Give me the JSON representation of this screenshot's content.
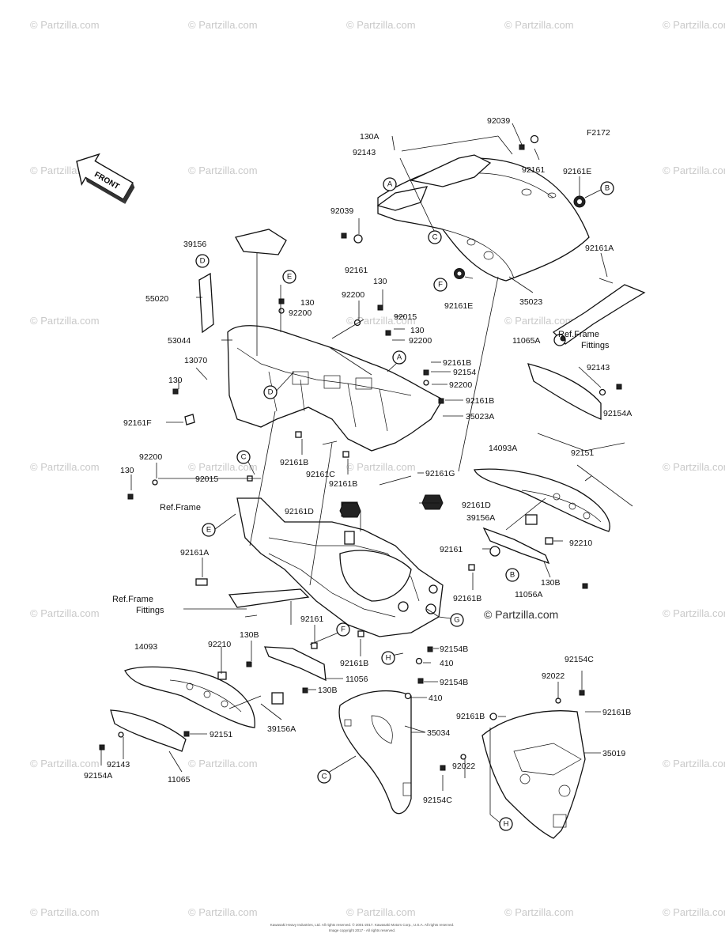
{
  "diagram": {
    "code": "F2172",
    "front_arrow_label": "FRONT",
    "watermark": "© Partzilla.com",
    "footer_line1": "Kawasaki Heavy Industries, Ltd. All rights reserved. © 2001-2017. Kawasaki Motors Corp., U.S.A. All rights reserved.",
    "footer_line2": "Image copyright 2017 - All rights reserved."
  },
  "labels": [
    {
      "id": "l1",
      "text": "92039"
    },
    {
      "id": "l2",
      "text": "F2172"
    },
    {
      "id": "l3",
      "text": "130A"
    },
    {
      "id": "l4",
      "text": "92143"
    },
    {
      "id": "l5",
      "text": "92161"
    },
    {
      "id": "l6",
      "text": "92161E"
    },
    {
      "id": "l7",
      "text": "92039"
    },
    {
      "id": "l8",
      "text": "39156"
    },
    {
      "id": "l9",
      "text": "92161"
    },
    {
      "id": "l10",
      "text": "92161A"
    },
    {
      "id": "l11",
      "text": "130"
    },
    {
      "id": "l12",
      "text": "92161E"
    },
    {
      "id": "l13",
      "text": "35023"
    },
    {
      "id": "l14",
      "text": "55020"
    },
    {
      "id": "l15",
      "text": "92200"
    },
    {
      "id": "l16",
      "text": "130"
    },
    {
      "id": "l17",
      "text": "92200"
    },
    {
      "id": "l18",
      "text": "92015"
    },
    {
      "id": "l19",
      "text": "130"
    },
    {
      "id": "l20",
      "text": "92200"
    },
    {
      "id": "l21",
      "text": "53044"
    },
    {
      "id": "l22",
      "text": "Ref.Frame"
    },
    {
      "id": "l23",
      "text": "Fittings"
    },
    {
      "id": "l24",
      "text": "11065A"
    },
    {
      "id": "l25",
      "text": "13070"
    },
    {
      "id": "l26",
      "text": "92161B"
    },
    {
      "id": "l27",
      "text": "92154"
    },
    {
      "id": "l28",
      "text": "92200"
    },
    {
      "id": "l29",
      "text": "92143"
    },
    {
      "id": "l30",
      "text": "130"
    },
    {
      "id": "l31",
      "text": "92161B"
    },
    {
      "id": "l32",
      "text": "92154A"
    },
    {
      "id": "l33",
      "text": "92161F"
    },
    {
      "id": "l34",
      "text": "35023A"
    },
    {
      "id": "l35",
      "text": "14093A"
    },
    {
      "id": "l36",
      "text": "92151"
    },
    {
      "id": "l37",
      "text": "92200"
    },
    {
      "id": "l38",
      "text": "92161B"
    },
    {
      "id": "l39",
      "text": "130"
    },
    {
      "id": "l40",
      "text": "92161C"
    },
    {
      "id": "l41",
      "text": "92015"
    },
    {
      "id": "l42",
      "text": "92161B"
    },
    {
      "id": "l43",
      "text": "92161G"
    },
    {
      "id": "l44",
      "text": "Ref.Frame"
    },
    {
      "id": "l45",
      "text": "92161D"
    },
    {
      "id": "l46",
      "text": "92161D"
    },
    {
      "id": "l47",
      "text": "39156A"
    },
    {
      "id": "l48",
      "text": "92210"
    },
    {
      "id": "l49",
      "text": "92161A"
    },
    {
      "id": "l50",
      "text": "92161"
    },
    {
      "id": "l51",
      "text": "130B"
    },
    {
      "id": "l52",
      "text": "11056A"
    },
    {
      "id": "l53",
      "text": "92161B"
    },
    {
      "id": "l54",
      "text": "Ref.Frame"
    },
    {
      "id": "l55",
      "text": "Fittings"
    },
    {
      "id": "l56",
      "text": "92161"
    },
    {
      "id": "l57",
      "text": "130B"
    },
    {
      "id": "l58",
      "text": "92154B"
    },
    {
      "id": "l59",
      "text": "14093"
    },
    {
      "id": "l60",
      "text": "92210"
    },
    {
      "id": "l61",
      "text": "92161B"
    },
    {
      "id": "l62",
      "text": "410"
    },
    {
      "id": "l63",
      "text": "11056"
    },
    {
      "id": "l64",
      "text": "92154B"
    },
    {
      "id": "l65",
      "text": "130B"
    },
    {
      "id": "l66",
      "text": "92154C"
    },
    {
      "id": "l67",
      "text": "410"
    },
    {
      "id": "l68",
      "text": "92022"
    },
    {
      "id": "l69",
      "text": "92161B"
    },
    {
      "id": "l70",
      "text": "92161B"
    },
    {
      "id": "l71",
      "text": "35034"
    },
    {
      "id": "l72",
      "text": "39156A"
    },
    {
      "id": "l73",
      "text": "92151"
    },
    {
      "id": "l74",
      "text": "35019"
    },
    {
      "id": "l75",
      "text": "92143"
    },
    {
      "id": "l76",
      "text": "92154A"
    },
    {
      "id": "l77",
      "text": "11065"
    },
    {
      "id": "l78",
      "text": "92022"
    },
    {
      "id": "l79",
      "text": "92154C"
    }
  ],
  "callouts": [
    {
      "id": "c1",
      "letter": "A"
    },
    {
      "id": "c2",
      "letter": "B"
    },
    {
      "id": "c3",
      "letter": "C"
    },
    {
      "id": "c4",
      "letter": "D"
    },
    {
      "id": "c5",
      "letter": "E"
    },
    {
      "id": "c6",
      "letter": "F"
    },
    {
      "id": "c7",
      "letter": "A"
    },
    {
      "id": "c8",
      "letter": "D"
    },
    {
      "id": "c9",
      "letter": "C"
    },
    {
      "id": "c10",
      "letter": "E"
    },
    {
      "id": "c11",
      "letter": "B"
    },
    {
      "id": "c12",
      "letter": "F"
    },
    {
      "id": "c13",
      "letter": "G"
    },
    {
      "id": "c14",
      "letter": "H"
    },
    {
      "id": "c15",
      "letter": "C"
    },
    {
      "id": "c16",
      "letter": "H"
    }
  ]
}
